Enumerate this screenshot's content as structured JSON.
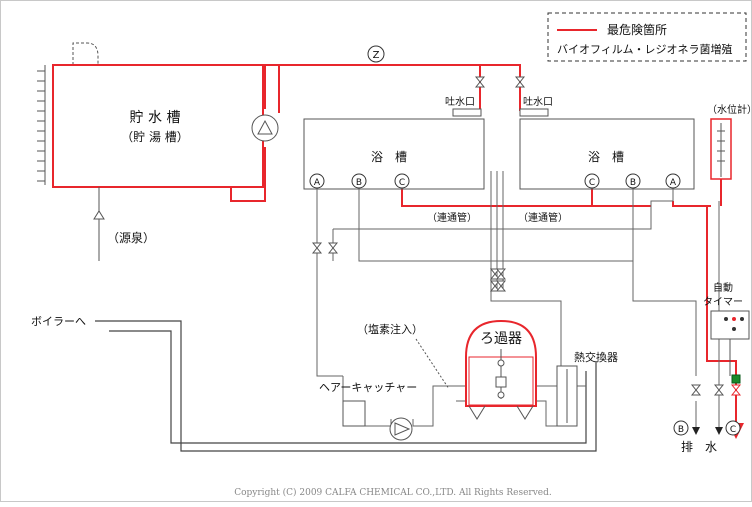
{
  "legend": {
    "danger_label": "最危険箇所",
    "biofilm_label": "バイオフィルム・レジオネラ菌増殖"
  },
  "storage_tank": {
    "title": "貯 水 槽",
    "subtitle": "（貯 湯 槽）"
  },
  "source": {
    "label": "（源泉）"
  },
  "zone_marker": "Z",
  "outlets": {
    "left": "吐水口",
    "right": "吐水口"
  },
  "baths": {
    "left": "浴　槽",
    "right": "浴　槽"
  },
  "port_labels": {
    "a": "A",
    "b": "B",
    "c": "C"
  },
  "connecting_pipe": {
    "left": "（連通管）",
    "right": "（連通管）"
  },
  "level_gauge": {
    "label": "（水位計）"
  },
  "timer": {
    "label_line1": "自動",
    "label_line2": "タイマー"
  },
  "boiler": {
    "label": "ボイラーへ"
  },
  "chlorine": {
    "label": "（塩素注入）"
  },
  "filter": {
    "label": "ろ過器"
  },
  "heat_exchanger": {
    "label": "熱交換器"
  },
  "hair_catcher": {
    "label": "ヘアーキャッチャー"
  },
  "drain": {
    "marker": "B",
    "label": "排",
    "water_marker": "C",
    "water_label": "水"
  },
  "copyright": "Copyright (C) 2009 CALFA CHEMICAL CO.,LTD. All Rights Reserved.",
  "colors": {
    "danger": "#e8262c",
    "pipe": "#666666",
    "green_valve": "#1a8a2a"
  }
}
